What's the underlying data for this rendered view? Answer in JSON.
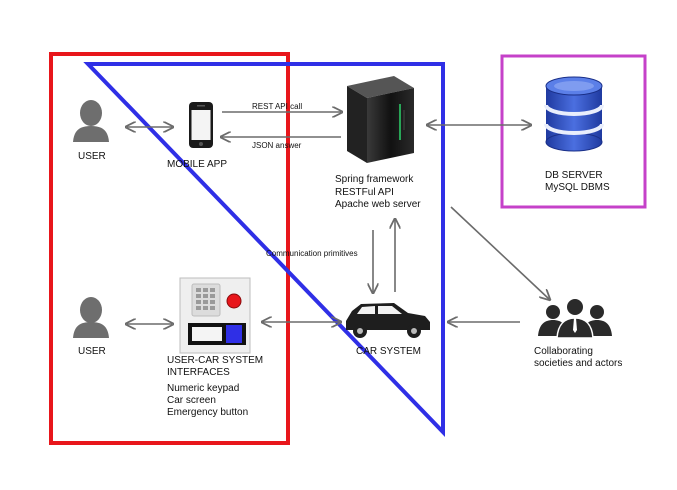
{
  "nodes": {
    "user_top": {
      "label": "USER"
    },
    "mobile_app": {
      "label": "MOBILE APP"
    },
    "server": {
      "lines": [
        "Spring framework",
        "RESTFul API",
        "Apache web server"
      ]
    },
    "db_server": {
      "lines": [
        "DB SERVER",
        "MySQL DBMS"
      ]
    },
    "user_bottom": {
      "label": "USER"
    },
    "user_car_interfaces": {
      "lines": [
        "USER-CAR SYSTEM",
        "INTERFACES",
        "Numeric keypad",
        "Car screen",
        "Emergency button"
      ]
    },
    "car_system": {
      "label": "CAR SYSTEM"
    },
    "collaborating": {
      "lines": [
        "Collaborating",
        "societies and actors"
      ]
    }
  },
  "edges": {
    "rest_api_call": "REST API call",
    "json_answer": "JSON answer",
    "communication_primitives": "Communication primitives"
  },
  "icons": {
    "user": "user-silhouette-icon",
    "phone": "smartphone-icon",
    "server": "server-tower-icon",
    "database": "database-icon",
    "keypad": "keypad-panel-icon",
    "car": "car-icon",
    "group": "people-group-icon"
  },
  "colors": {
    "red_region": "#e8161b",
    "blue_region": "#2f2fe6",
    "magenta_region": "#c541c9",
    "arrows": "#6b6b6b",
    "db_blue": "#2d4fc4"
  }
}
